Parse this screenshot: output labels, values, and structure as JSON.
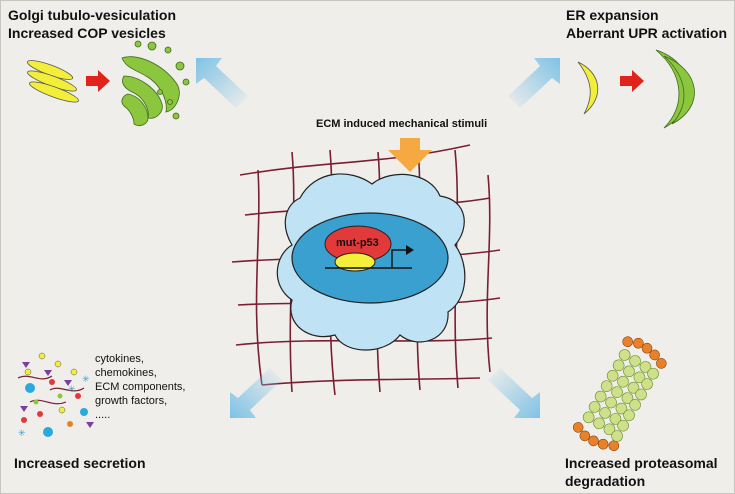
{
  "labels": {
    "golgi_line1": "Golgi tubulo-vesiculation",
    "golgi_line2": "Increased COP vesicles",
    "er_line1": "ER expansion",
    "er_line2": "Aberrant UPR activation",
    "ecm_stimuli": "ECM induced mechanical stimuli",
    "mut_p53": "mut-p53",
    "secretion": "Increased secretion",
    "proteasomal_line1": "Increased proteasomal",
    "proteasomal_line2": "degradation"
  },
  "secreted_factors": [
    "cytokines,",
    "chemokines,",
    "ECM components,",
    "growth factors,",
    "....."
  ],
  "colors": {
    "background": "#f0eeea",
    "golgi_yellow": "#f2ee3a",
    "golgi_green": "#8cc63f",
    "red_arrow": "#e0231b",
    "blue_arrow": "#7fc2e6",
    "orange_arrow": "#f7a941",
    "ecm_fiber": "#7a1f32",
    "cell_cytoplasm": "#bfe3f5",
    "nucleus": "#3aa0cf",
    "mut_p53": "#e23a3a",
    "proteasome_green": "#cfe08a",
    "proteasome_orange": "#e8822a"
  }
}
